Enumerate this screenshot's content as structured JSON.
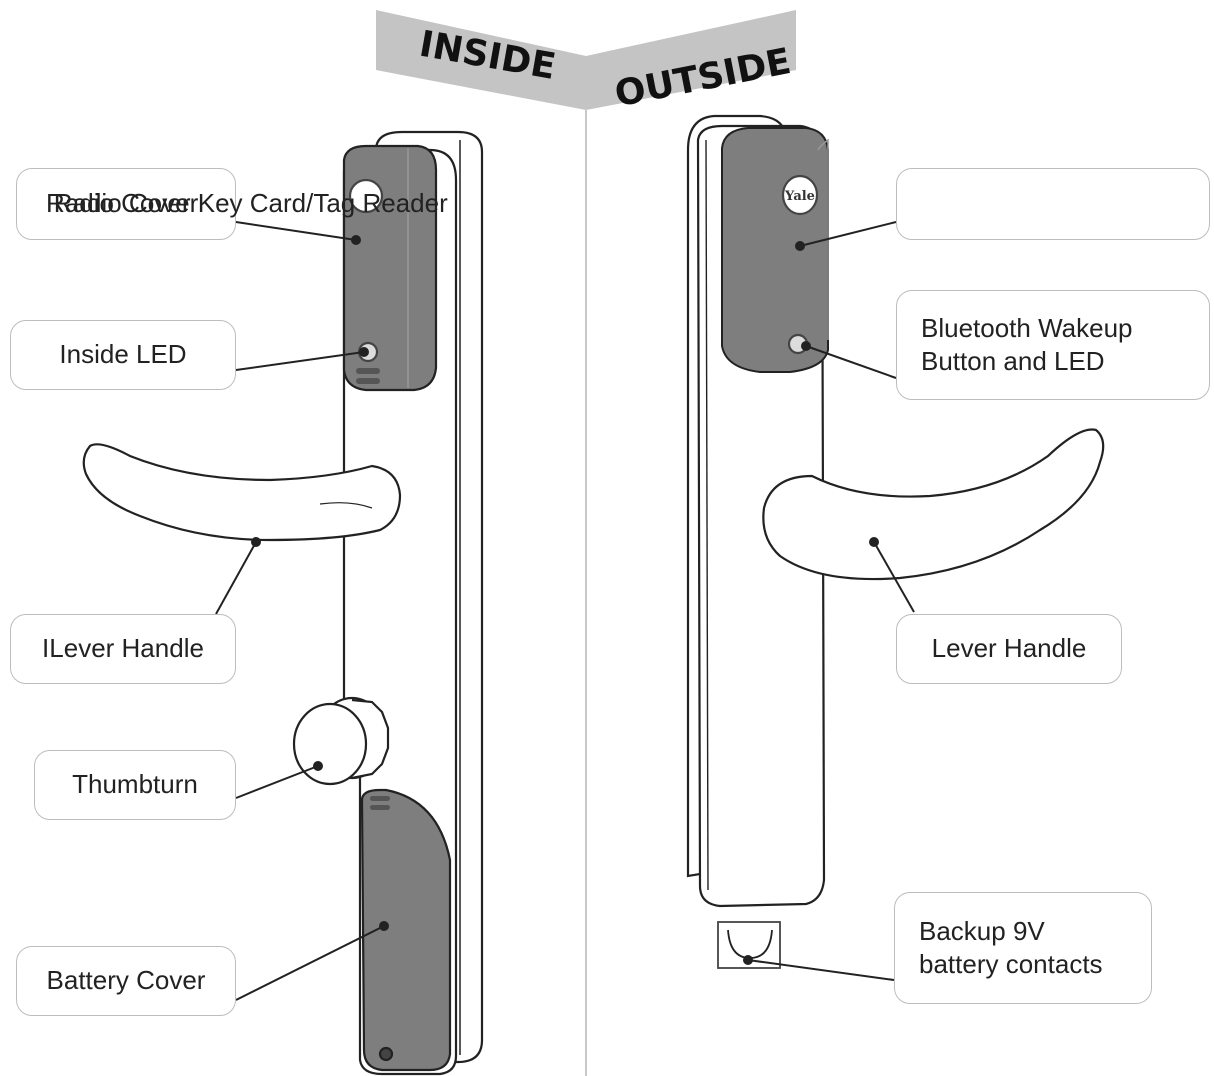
{
  "banner": {
    "inside": "INSIDE",
    "outside": "OUTSIDE"
  },
  "inside": {
    "radio_cover": "Radio Cover",
    "radio_cover_overlay": "Radio Cover Key Card/Tag Reader",
    "inside_led": "Inside LED",
    "lever_handle": "ILever Handle",
    "thumbturn": "Thumbturn",
    "battery_cover": "Battery Cover",
    "device_dark_color": "#7e7e7e"
  },
  "outside": {
    "brand_logo": "Yale",
    "bluetooth_line1": "Bluetooth Wakeup",
    "bluetooth_line2": "Button and LED",
    "lever_handle": "Lever Handle",
    "backup_line1": "Backup 9V",
    "backup_line2": "battery contacts"
  }
}
